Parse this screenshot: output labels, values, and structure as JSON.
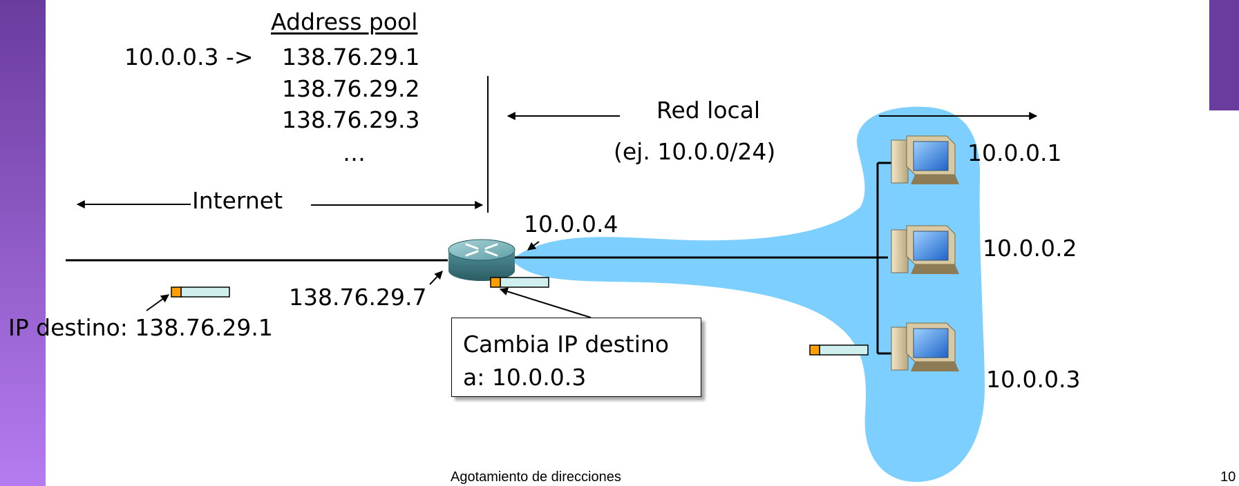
{
  "pool": {
    "title": "Address pool",
    "mapping_from": "10.0.0.3 ->",
    "addresses": [
      "138.76.29.1",
      "138.76.29.2",
      "138.76.29.3",
      "…"
    ]
  },
  "labels": {
    "internet": "Internet",
    "red_local": "Red local",
    "red_local_sub": "(ej. 10.0.0/24)",
    "router_inside_ip": "10.0.0.4",
    "router_outside_ip": "138.76.29.7",
    "dest_ip": "IP destino: 138.76.29.1"
  },
  "hosts": [
    {
      "ip": "10.0.0.1"
    },
    {
      "ip": "10.0.0.2"
    },
    {
      "ip": "10.0.0.3"
    }
  ],
  "callout": {
    "line1": "Cambia IP destino",
    "line2": "a: 10.0.0.3"
  },
  "footer": {
    "title": "Agotamiento de direcciones",
    "page": "10"
  },
  "colors": {
    "sidebar": "#9b5fd0",
    "lan_cloud": "#7ccfff",
    "packet_header": "#ff9e00",
    "packet_body": "#cfeeee"
  },
  "icons": [
    "router-icon",
    "pc-icon"
  ]
}
